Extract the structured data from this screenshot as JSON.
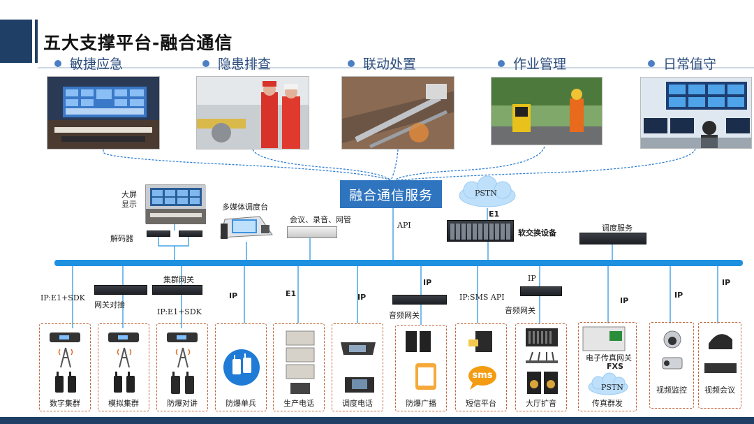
{
  "page": {
    "title": "五大支撑平台-融合通信"
  },
  "scenarios": [
    {
      "label": "敏捷应急"
    },
    {
      "label": "隐患排查"
    },
    {
      "label": "联动处置"
    },
    {
      "label": "作业管理"
    },
    {
      "label": "日常值守"
    }
  ],
  "center": {
    "service": "融合通信服务",
    "api": "API"
  },
  "pstn_top": {
    "label": "PSTN",
    "link": "E1"
  },
  "upper_devices": {
    "big_screen": "大屏\n显示",
    "decoder": "解码器",
    "console": "多媒体调度台",
    "conf_server": "会议、录音、网管",
    "softswitch": "软交换设备",
    "dispatch_service": "调度服务"
  },
  "middle": {
    "ip_e1_sdk_1": "IP:E1+SDK",
    "gateway_dock": "网关对接",
    "cluster_gw": "集群网关",
    "ip_e1_sdk_2": "IP:E1+SDK",
    "ip1": "IP",
    "e1": "E1",
    "ip2": "IP",
    "ip3": "IP",
    "audio_gw1": "音频网关",
    "sms_api": "IP:SMS API",
    "ip4": "IP",
    "audio_gw2": "音频网关",
    "ip5": "IP",
    "ip6": "IP",
    "ip7": "IP"
  },
  "bottom_devices": [
    {
      "label": "数字集群"
    },
    {
      "label": "模拟集群"
    },
    {
      "label": "防爆对讲"
    },
    {
      "label": "防爆单兵"
    },
    {
      "label": "生产电话"
    },
    {
      "label": "调度电话"
    },
    {
      "label": "防爆广播"
    },
    {
      "label": "短信平台"
    },
    {
      "label": "大厅扩音"
    },
    {
      "label": "传真群发"
    },
    {
      "label": "视频监控"
    },
    {
      "label": "视频会议"
    }
  ],
  "fax": {
    "gateway": "电子传真网关",
    "fxs": "FXS",
    "pstn": "PSTN"
  },
  "sms_icon": "sms",
  "colors": {
    "accent": "#1e90e0",
    "title_bar": "#1f3f66",
    "service": "#2f74bf",
    "dashed_box": "#c0653a"
  }
}
